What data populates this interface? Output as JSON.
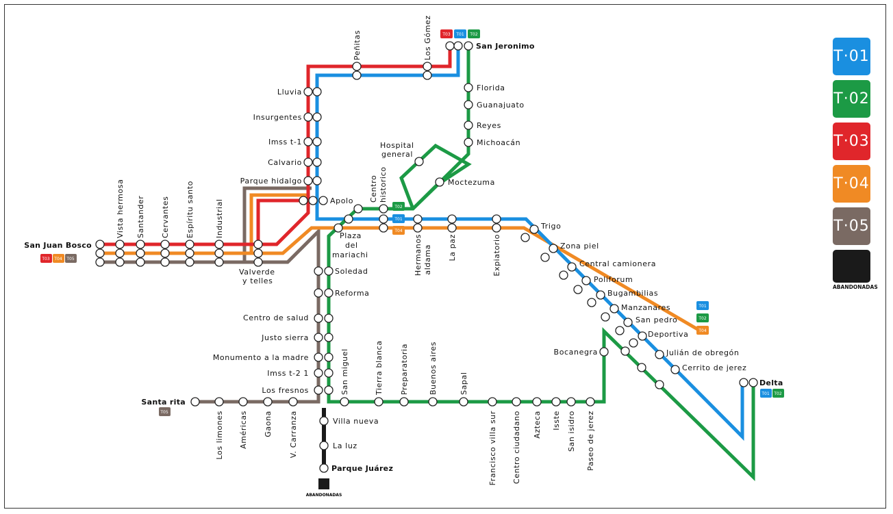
{
  "legend": {
    "lines": [
      {
        "id": "T01",
        "label": "T·01",
        "color": "#1a8fe0"
      },
      {
        "id": "T02",
        "label": "T·02",
        "color": "#1c9a45"
      },
      {
        "id": "T03",
        "label": "T·03",
        "color": "#e0262b"
      },
      {
        "id": "T04",
        "label": "T·04",
        "color": "#f08a24"
      },
      {
        "id": "T05",
        "label": "T·05",
        "color": "#7a6a63"
      }
    ],
    "abandoned_color": "#1a1a1a",
    "abandoned_label": "ABANDONADAS"
  },
  "badge_texts": {
    "T01": "T01",
    "T02": "T02",
    "T03": "T03",
    "T04": "T04",
    "T05": "T05"
  },
  "stations": {
    "san_jeronimo": "San Jeronimo",
    "penitas": "Peñitas",
    "los_gomez": "Los Gómez",
    "florida": "Florida",
    "guanajuato": "Guanajuato",
    "reyes": "Reyes",
    "michoacan": "Michoacán",
    "hospital_general_1": "Hospital",
    "hospital_general_2": "general",
    "moctezuma": "Moctezuma",
    "lluvia": "Lluvia",
    "insurgentes": "Insurgentes",
    "imss_t1": "Imss t-1",
    "calvario": "Calvario",
    "parque_hidalgo": "Parque hidalgo",
    "apolo": "Apolo",
    "centro_historico_1": "Centro",
    "centro_historico_2": "historico",
    "plaza_mariachi_1": "Plaza",
    "plaza_mariachi_2": "del",
    "plaza_mariachi_3": "mariachi",
    "hermanos_aldama_1": "Hermanos",
    "hermanos_aldama_2": "aldama",
    "la_paz": "La paz",
    "expiatorio": "Expiatorio",
    "trigo": "Trigo",
    "zona_piel": "Zona piel",
    "central_camionera": "Central camionera",
    "poliforum": "Poliforum",
    "bugambilias": "Bugambilias",
    "manzanares": "Manzanares",
    "san_pedro": "San pedro",
    "deportiva": "Deportiva",
    "julian_obregon": "Julián de obregón",
    "cerrito_jerez": "Cerrito de jerez",
    "delta": "Delta",
    "bocanegra": "Bocanegra",
    "san_juan_bosco": "San Juan Bosco",
    "vista_hermosa": "Vista hermosa",
    "santander": "Santander",
    "cervantes": "Cervantes",
    "espiritu_santo": "Espíritu santo",
    "industrial": "Industrial",
    "valverde_1": "Valverde",
    "valverde_2": "y telles",
    "soledad": "Soledad",
    "reforma": "Reforma",
    "centro_salud": "Centro de salud",
    "justo_sierra": "Justo sierra",
    "monumento_madre": "Monumento a la madre",
    "imss_t21": "Imss t-2 1",
    "los_fresnos": "Los fresnos",
    "santa_rita": "Santa rita",
    "los_limones": "Los limones",
    "americas": "Américas",
    "gaona": "Gaona",
    "v_carranza": "V. Carranza",
    "san_miguel": "San miguel",
    "tierra_blanca": "Tierra blanca",
    "preparatoria": "Preparatoria",
    "buenos_aires": "Buenos aires",
    "sapal": "Sapal",
    "francisco_villa_sur": "Francisco villa sur",
    "centro_ciudadano": "Centro ciudadano",
    "azteca": "Azteca",
    "isste": "Isste",
    "san_isidro": "San isidro",
    "paseo_jerez": "Paseo de jerez",
    "villa_nueva": "Villa nueva",
    "la_luz": "La luz",
    "parque_juarez": "Parque Juárez",
    "abandonadas_small": "ABANDONADAS"
  }
}
